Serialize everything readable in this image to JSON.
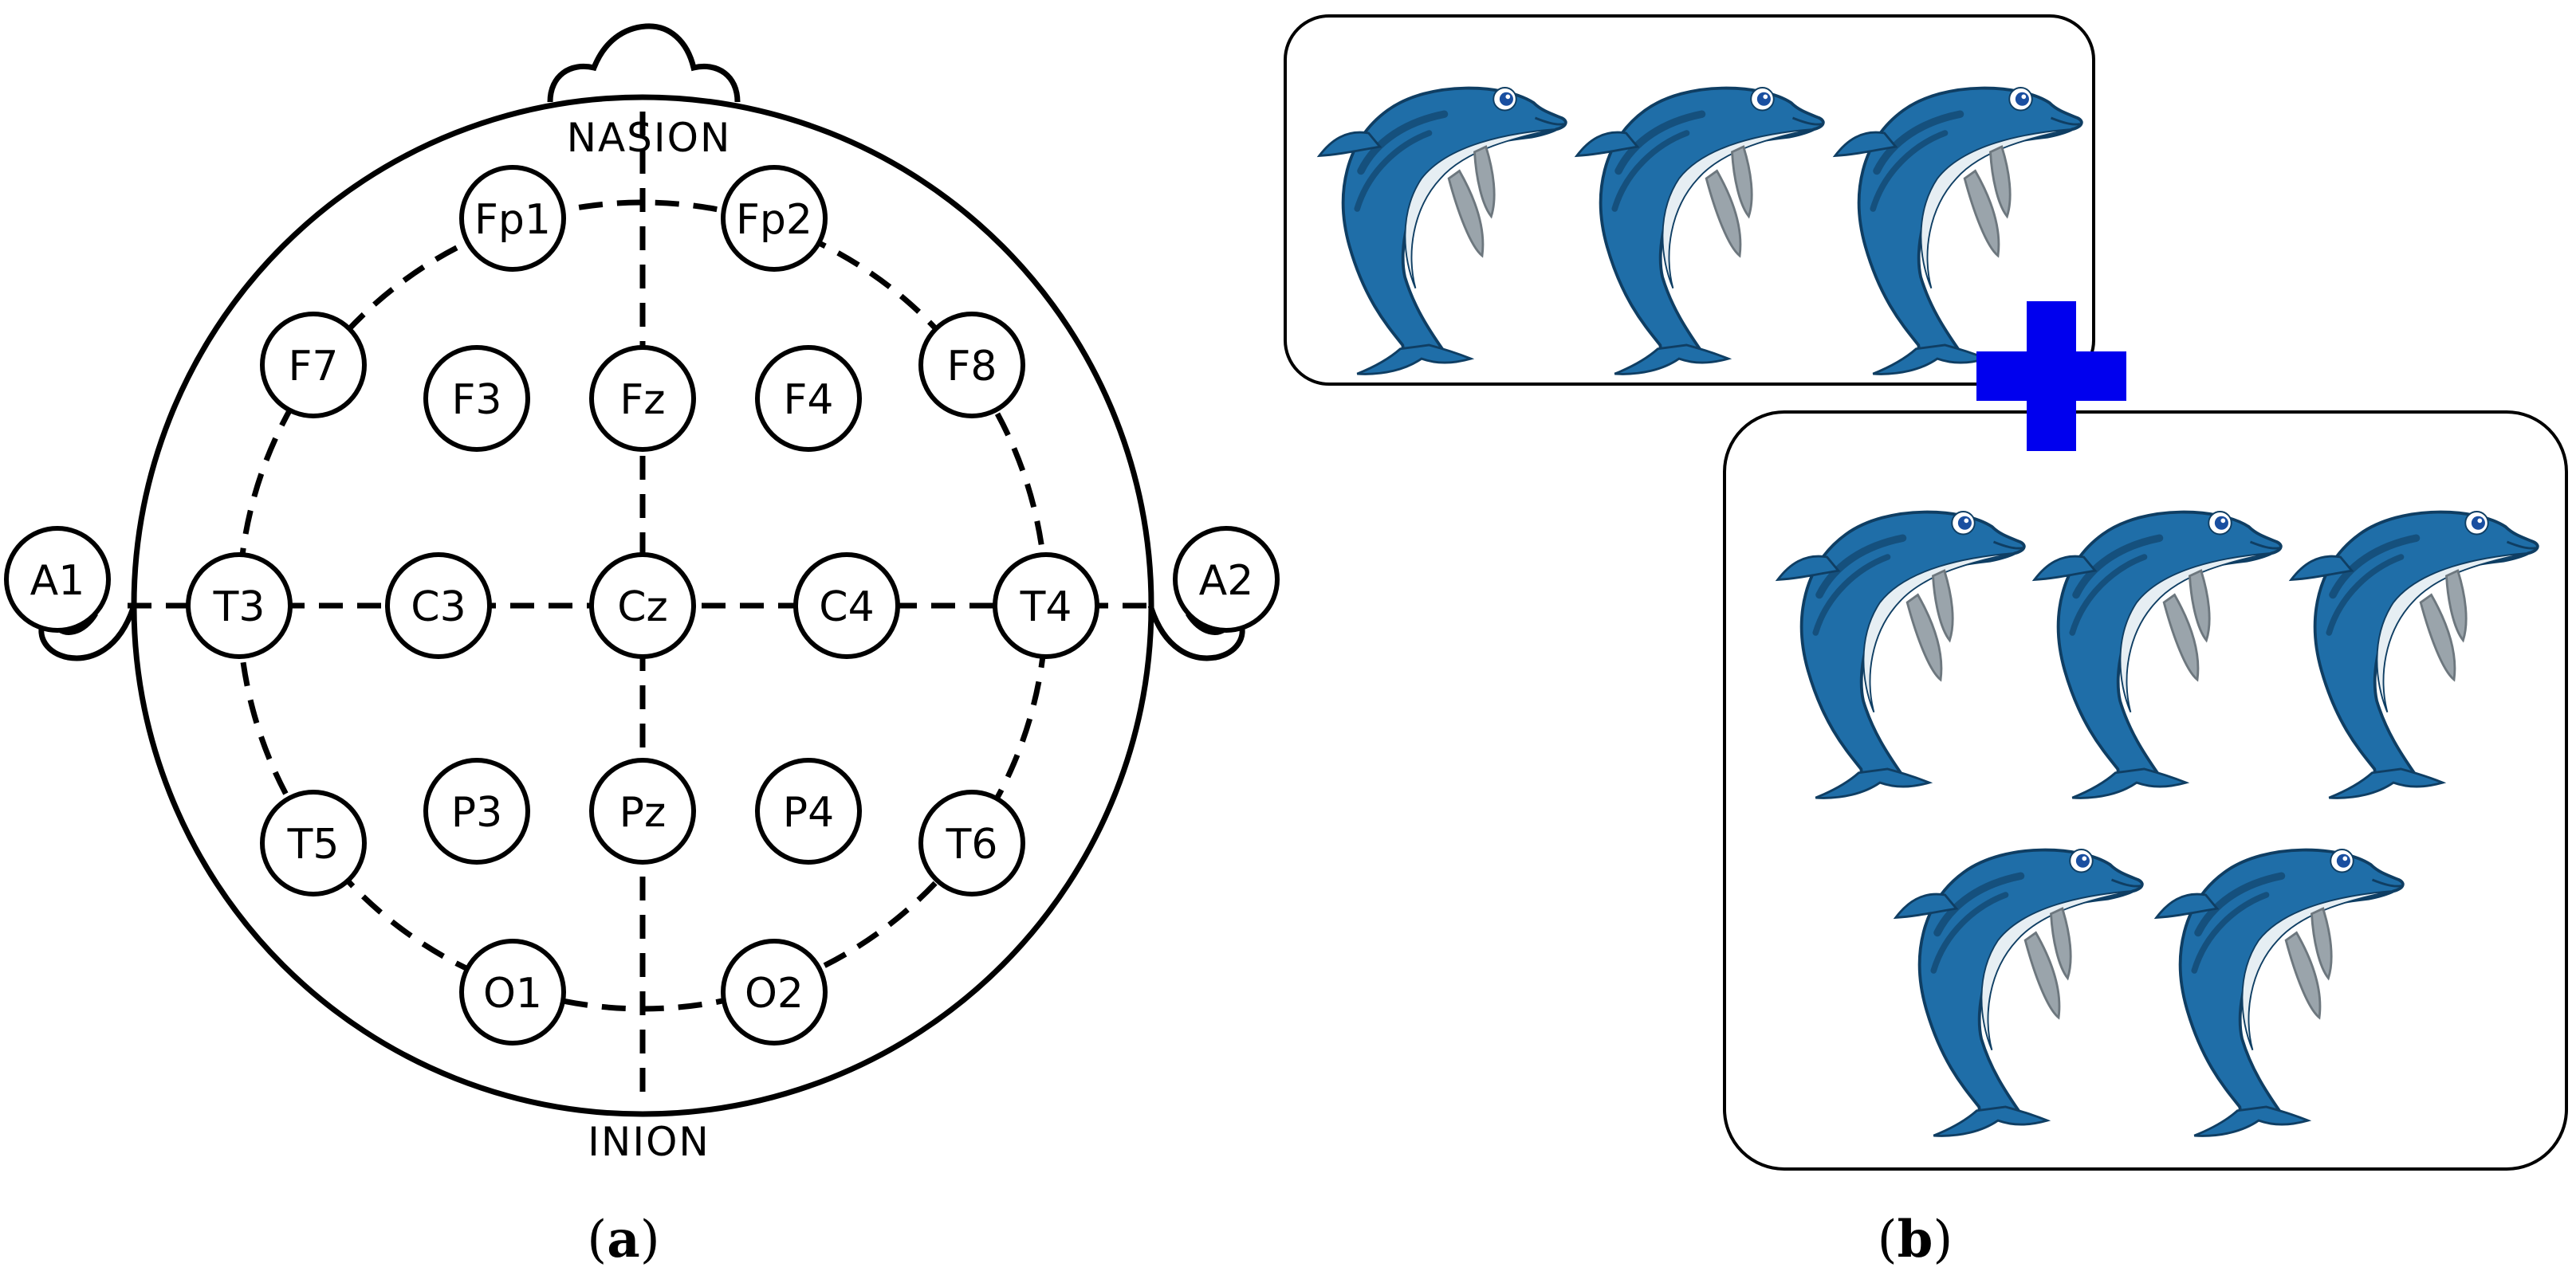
{
  "landmarks": {
    "nasion": "NASION",
    "inion": "INION"
  },
  "electrodes": [
    {
      "id": "fp1",
      "label": "Fp1"
    },
    {
      "id": "fp2",
      "label": "Fp2"
    },
    {
      "id": "f7",
      "label": "F7"
    },
    {
      "id": "f3",
      "label": "F3"
    },
    {
      "id": "fz",
      "label": "Fz"
    },
    {
      "id": "f4",
      "label": "F4"
    },
    {
      "id": "f8",
      "label": "F8"
    },
    {
      "id": "a1",
      "label": "A1"
    },
    {
      "id": "t3",
      "label": "T3"
    },
    {
      "id": "c3",
      "label": "C3"
    },
    {
      "id": "cz",
      "label": "Cz"
    },
    {
      "id": "c4",
      "label": "C4"
    },
    {
      "id": "t4",
      "label": "T4"
    },
    {
      "id": "a2",
      "label": "A2"
    },
    {
      "id": "t5",
      "label": "T5"
    },
    {
      "id": "p3",
      "label": "P3"
    },
    {
      "id": "pz",
      "label": "Pz"
    },
    {
      "id": "p4",
      "label": "P4"
    },
    {
      "id": "t6",
      "label": "T6"
    },
    {
      "id": "o1",
      "label": "O1"
    },
    {
      "id": "o2",
      "label": "O2"
    }
  ],
  "panels": {
    "a": {
      "open": "(",
      "letter": "a",
      "close": ")"
    },
    "b": {
      "open": "(",
      "letter": "b",
      "close": ")"
    }
  },
  "counting": {
    "top_group_count": 3,
    "bottom_group_count": 5,
    "operator_icon": "plus-icon",
    "operator_color": "#0000ee",
    "item_icon": "dolphin-icon"
  },
  "colors": {
    "dolphin_body": "#1f6ea8",
    "dolphin_dark": "#15507d",
    "dolphin_belly": "#e6eef3",
    "fin_gray": "#9aa4ab"
  }
}
